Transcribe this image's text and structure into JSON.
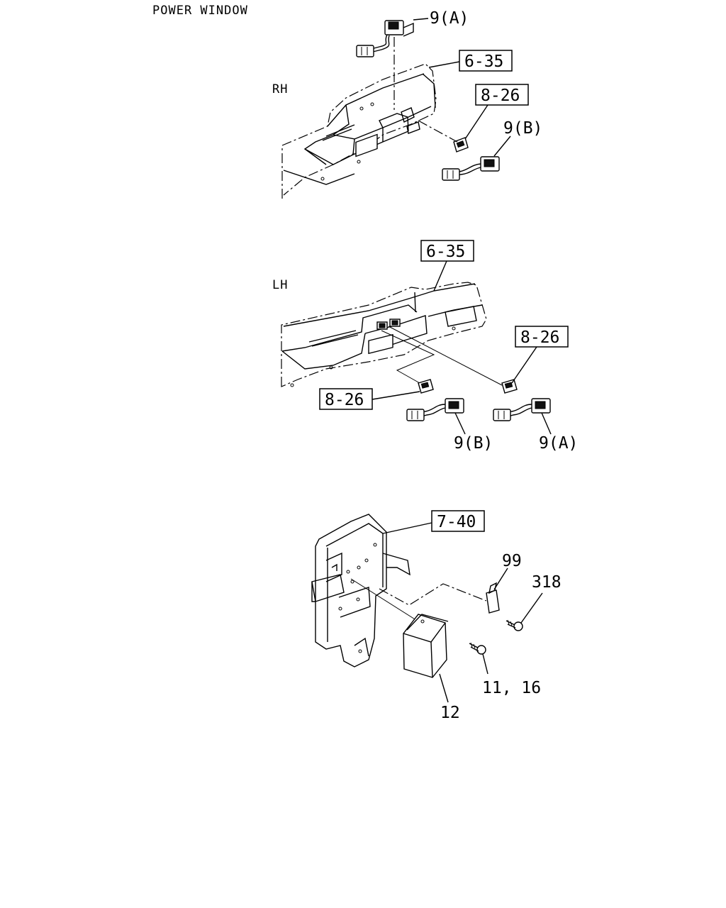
{
  "title": "POWER WINDOW",
  "sections": {
    "rh": {
      "side_label": "RH",
      "refs": {
        "panel": "6-35",
        "bezel": "8-26"
      },
      "callouts": {
        "switch_a": "9(A)",
        "switch_b": "9(B)"
      }
    },
    "lh": {
      "side_label": "LH",
      "refs": {
        "panel": "6-35",
        "bezel_right": "8-26",
        "bezel_left": "8-26"
      },
      "callouts": {
        "switch_b": "9(B)",
        "switch_a": "9(A)"
      }
    },
    "relay": {
      "refs": {
        "bracket": "7-40"
      },
      "callouts": {
        "connector": "99",
        "screw_small": "318",
        "screws": "11, 16",
        "relay": "12"
      }
    }
  }
}
